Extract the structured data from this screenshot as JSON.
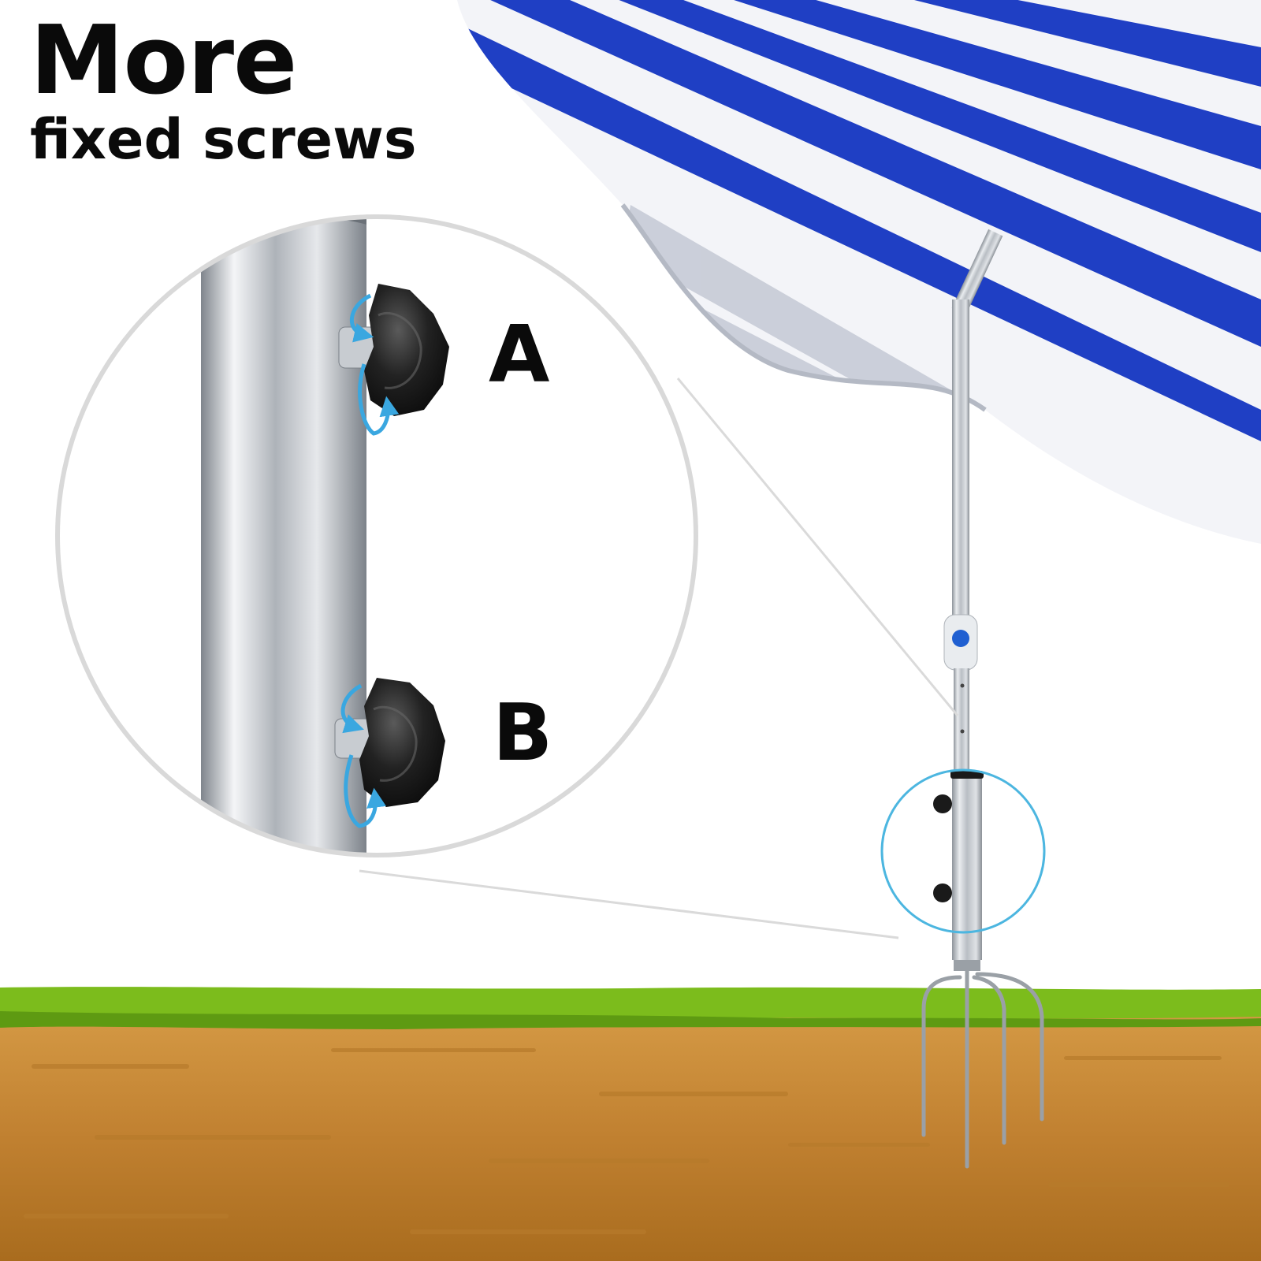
{
  "headline": {
    "line1": "More",
    "line2": "fixed screws"
  },
  "screw_labels": {
    "a": "A",
    "b": "B"
  },
  "colors": {
    "umbrella_blue": "#1f3fc4",
    "umbrella_white": "#f3f4f8",
    "grass": "#7cbc1c",
    "soil": "#c98a33",
    "soil_dark": "#a96c1e",
    "metal": "#b9bec4",
    "knob": "#1a1a1a",
    "arrow": "#3aa7e0",
    "zoom_ring": "#4cb6e0"
  },
  "icons": {
    "knob": "star-knob-icon",
    "rotation": "rotate-arrow-icon"
  }
}
